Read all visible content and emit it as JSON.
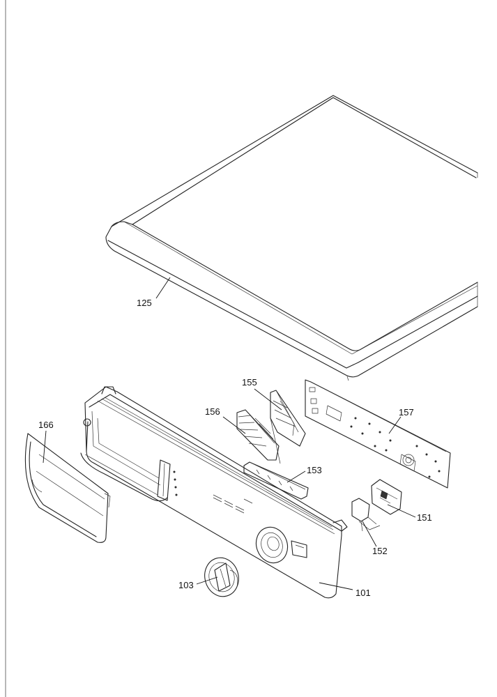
{
  "parts": [
    {
      "id": "top-cover",
      "number": "125"
    },
    {
      "id": "control-board-holder",
      "number": "155"
    },
    {
      "id": "push-buttons",
      "number": "156"
    },
    {
      "id": "electronic-board",
      "number": "157"
    },
    {
      "id": "detergent-drawer",
      "number": "166"
    },
    {
      "id": "light-guide",
      "number": "153"
    },
    {
      "id": "door-lock-switch",
      "number": "151"
    },
    {
      "id": "switch-bracket",
      "number": "152"
    },
    {
      "id": "programme-knob",
      "number": "103"
    },
    {
      "id": "control-panel",
      "number": "101"
    }
  ]
}
